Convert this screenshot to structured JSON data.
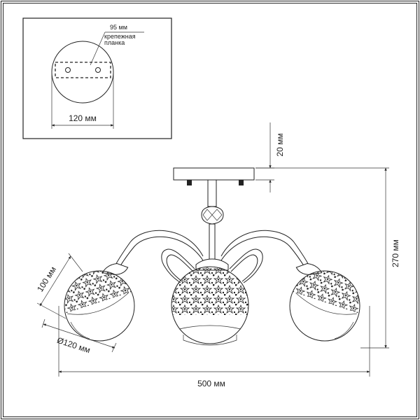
{
  "inset": {
    "plate_width_label": "120 мм",
    "bar_length_label": "95 мм",
    "bar_name_line1": "крепежная",
    "bar_name_line2": "планка"
  },
  "dimensions": {
    "canopy_height": "20 мм",
    "total_height": "270 мм",
    "total_width": "500 мм",
    "shade_height": "100 мм",
    "shade_diameter": "Ø120 мм"
  },
  "colors": {
    "line": "#222222",
    "background": "#ffffff"
  }
}
